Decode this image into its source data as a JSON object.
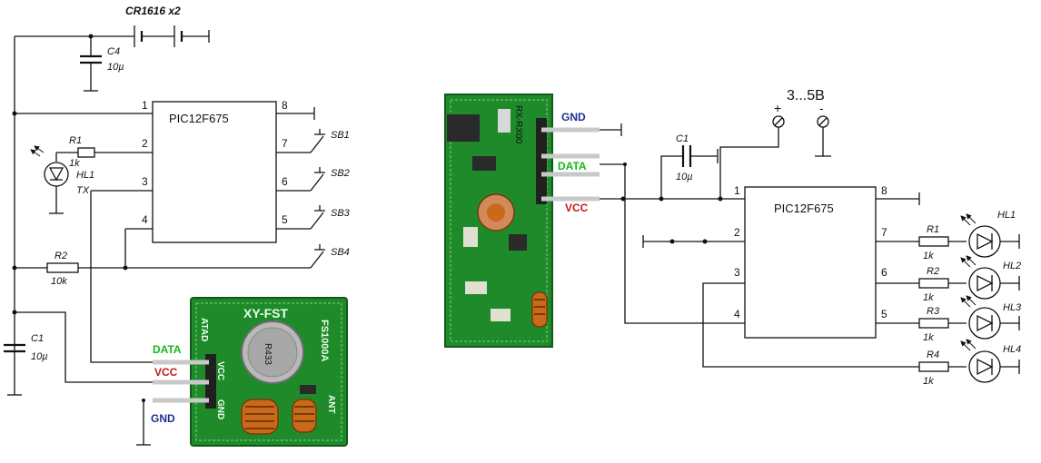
{
  "colors": {
    "pcb_green": "#1f8a2a",
    "data_label": "#19b819",
    "vcc_label": "#c41a1a",
    "gnd_label": "#1f2f8f",
    "wire": "#111111"
  },
  "transmitter": {
    "battery": "CR1616  x2",
    "ic": {
      "name": "PIC12F675",
      "pins_left": [
        "1",
        "2",
        "3",
        "4"
      ],
      "pins_right": [
        "8",
        "7",
        "6",
        "5"
      ]
    },
    "c4": {
      "ref": "C4",
      "value": "10µ"
    },
    "c1": {
      "ref": "C1",
      "value": "10µ"
    },
    "r1": {
      "ref": "R1",
      "value": "1k"
    },
    "r2": {
      "ref": "R2",
      "value": "10k"
    },
    "led": {
      "ref": "HL1",
      "note": "TX"
    },
    "switches": [
      "SB1",
      "SB2",
      "SB3",
      "SB4"
    ],
    "module": {
      "title": "XY-FST",
      "model": "FS1000A",
      "side_pins": [
        "ATAD",
        "VCC",
        "GND"
      ],
      "ant": "ANT",
      "crystal": "R433",
      "labels": {
        "data": "DATA",
        "vcc": "VCC",
        "gnd": "GND"
      }
    }
  },
  "receiver": {
    "supply": "3...5В",
    "plus": "+",
    "minus": "-",
    "ic": {
      "name": "PIC12F675",
      "pins_left": [
        "1",
        "2",
        "3",
        "4"
      ],
      "pins_right": [
        "8",
        "7",
        "6",
        "5"
      ]
    },
    "c1": {
      "ref": "C1",
      "value": "10µ"
    },
    "resistors": [
      {
        "ref": "R1",
        "value": "1k"
      },
      {
        "ref": "R2",
        "value": "1k"
      },
      {
        "ref": "R3",
        "value": "1k"
      },
      {
        "ref": "R4",
        "value": "1k"
      }
    ],
    "leds": [
      "HL1",
      "HL2",
      "HL3",
      "HL4"
    ],
    "module": {
      "labels": {
        "gnd": "GND",
        "data": "DATA",
        "vcc": "VCC"
      },
      "marking": "RX-RX00"
    }
  }
}
